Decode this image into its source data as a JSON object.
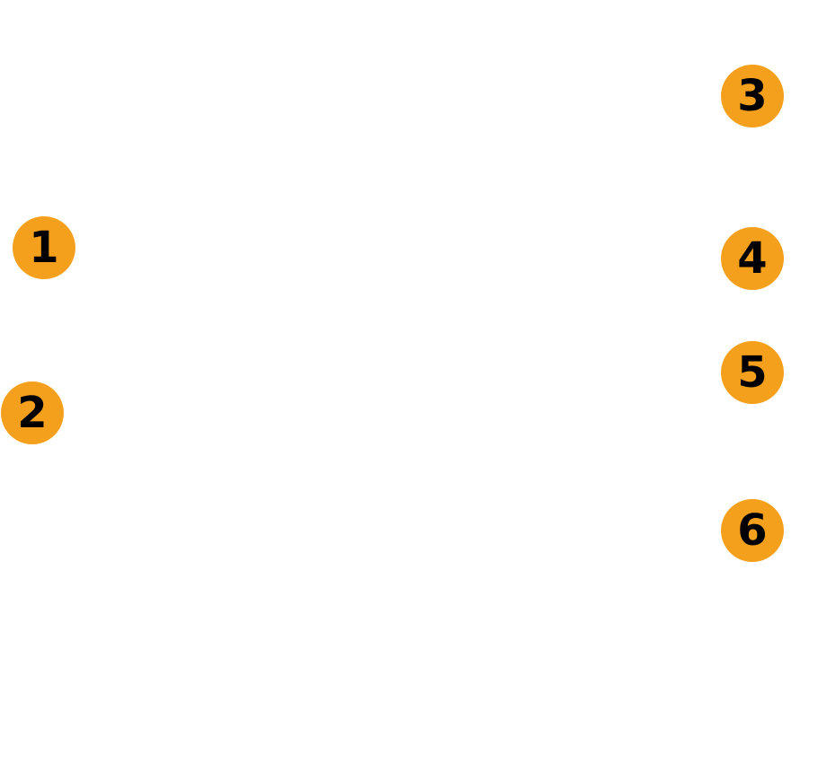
{
  "markers": [
    {
      "label": "1",
      "color": "#F5A01C"
    },
    {
      "label": "2",
      "color": "#F5A01C"
    },
    {
      "label": "3",
      "color": "#F5A01C"
    },
    {
      "label": "4",
      "color": "#F5A01C"
    },
    {
      "label": "5",
      "color": "#F5A01C"
    },
    {
      "label": "6",
      "color": "#F5A01C"
    }
  ],
  "background_color": "#FFFFFF",
  "label_color": "#000000"
}
